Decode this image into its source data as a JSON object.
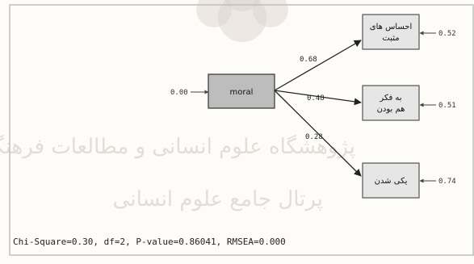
{
  "latent": {
    "label": "moral",
    "error": "0.00"
  },
  "indicators": [
    {
      "id": "ind1",
      "line1": "احساس های",
      "line2": "مثبت",
      "coef": "0.68",
      "error": "0.52"
    },
    {
      "id": "ind2",
      "line1": "به فکر",
      "line2": "هم بودن",
      "coef": "0.48",
      "error": "0.51"
    },
    {
      "id": "ind3",
      "line1": "یکی شدن",
      "line2": "",
      "coef": "0.28",
      "error": "0.74"
    }
  ],
  "fit_stats": "Chi-Square=0.30, df=2, P-value=0.86041, RMSEA=0.000",
  "watermark": {
    "line1": "پژوهشگاه علوم انسانی و مطالعات فرهنگی",
    "line2": "پرتال جامع علوم انسانی"
  }
}
